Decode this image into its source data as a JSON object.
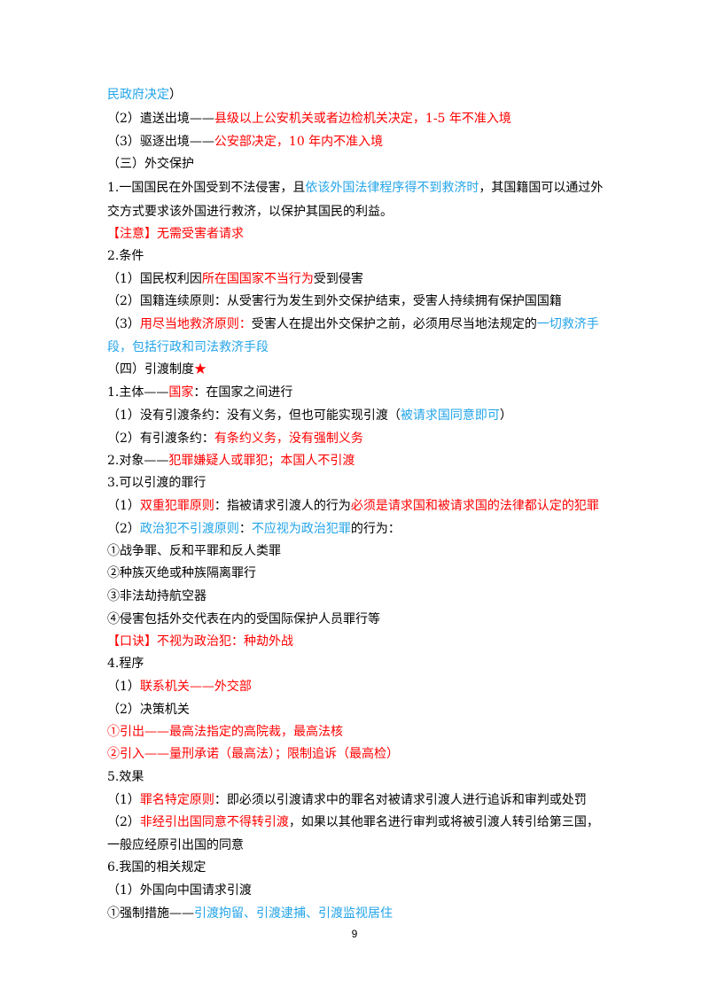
{
  "lines": [
    [
      {
        "t": "民政府决定",
        "c": "b"
      },
      {
        "t": "）",
        "c": "k"
      }
    ],
    [
      {
        "t": "（2）遣送出境——",
        "c": "k"
      },
      {
        "t": "县级以上公安机关或者边检机关决定，1-5 年不准入境",
        "c": "r"
      }
    ],
    [
      {
        "t": "（3）驱逐出境——",
        "c": "k"
      },
      {
        "t": "公安部决定，10 年内不准入境",
        "c": "r"
      }
    ],
    [
      {
        "t": "（三）外交保护",
        "c": "k"
      }
    ],
    [
      {
        "t": "1.一国国民在外国受到不法侵害，且",
        "c": "k"
      },
      {
        "t": "依该外国法律程序得不到救济时",
        "c": "b"
      },
      {
        "t": "，其国籍国可以通过外",
        "c": "k"
      }
    ],
    [
      {
        "t": "交方式要求该外国进行救济，以保护其国民的利益。",
        "c": "k"
      }
    ],
    [
      {
        "t": "【注意】无需受害者请求",
        "c": "r"
      }
    ],
    [
      {
        "t": "2.条件",
        "c": "k"
      }
    ],
    [
      {
        "t": "（1）国民权利因",
        "c": "k"
      },
      {
        "t": "所在国国家不当行为",
        "c": "r"
      },
      {
        "t": "受到侵害",
        "c": "k"
      }
    ],
    [
      {
        "t": "（2）国籍连续原则：从受害行为发生到外交保护结束，受害人持续拥有保护国国籍",
        "c": "k"
      }
    ],
    [
      {
        "t": "（3）",
        "c": "k"
      },
      {
        "t": "用尽当地救济原则：",
        "c": "r"
      },
      {
        "t": "受害人在提出外交保护之前，必须用尽当地法规定的",
        "c": "k"
      },
      {
        "t": "一切救济手",
        "c": "b"
      }
    ],
    [
      {
        "t": "段，包括行政和司法救济手段",
        "c": "b"
      }
    ],
    [
      {
        "t": "（四）引渡制度",
        "c": "k"
      },
      {
        "t": "★",
        "c": "star"
      }
    ],
    [
      {
        "t": "1.主体——",
        "c": "k"
      },
      {
        "t": "国家",
        "c": "r"
      },
      {
        "t": "：在国家之间进行",
        "c": "k"
      }
    ],
    [
      {
        "t": "（1）没有引渡条约：没有义务，但也可能实现引渡（",
        "c": "k"
      },
      {
        "t": "被请求国同意即可",
        "c": "b"
      },
      {
        "t": "）",
        "c": "k"
      }
    ],
    [
      {
        "t": "（2）有引渡条约：",
        "c": "k"
      },
      {
        "t": "有条约义务，没有强制义务",
        "c": "r"
      }
    ],
    [
      {
        "t": "2.对象——",
        "c": "k"
      },
      {
        "t": "犯罪嫌疑人或罪犯；本国人不引渡",
        "c": "r"
      }
    ],
    [
      {
        "t": "3.可以引渡的罪行",
        "c": "k"
      }
    ],
    [
      {
        "t": "（1）",
        "c": "k"
      },
      {
        "t": "双重犯罪原则",
        "c": "r"
      },
      {
        "t": "：指被请求引渡人的行为",
        "c": "k"
      },
      {
        "t": "必须是请求国和被请求国的法律都认定的犯罪",
        "c": "r"
      }
    ],
    [
      {
        "t": "（2）",
        "c": "k"
      },
      {
        "t": "政治犯不引渡原则",
        "c": "b"
      },
      {
        "t": "：",
        "c": "k"
      },
      {
        "t": "不应视为政治犯罪",
        "c": "b"
      },
      {
        "t": "的行为：",
        "c": "k"
      }
    ],
    [
      {
        "t": "①战争罪、反和平罪和反人类罪",
        "c": "k"
      }
    ],
    [
      {
        "t": "②种族灭绝或种族隔离罪行",
        "c": "k"
      }
    ],
    [
      {
        "t": "③非法劫持航空器",
        "c": "k"
      }
    ],
    [
      {
        "t": "④侵害包括外交代表在内的受国际保护人员罪行等",
        "c": "k"
      }
    ],
    [
      {
        "t": "【口诀】不视为政治犯：种劫外战",
        "c": "r"
      }
    ],
    [
      {
        "t": "4.程序",
        "c": "k"
      }
    ],
    [
      {
        "t": "（1）",
        "c": "k"
      },
      {
        "t": "联系机关——外交部",
        "c": "r"
      }
    ],
    [
      {
        "t": "（2）决策机关",
        "c": "k"
      }
    ],
    [
      {
        "t": "①引出——最高法指定的高院裁，最高法核",
        "c": "r"
      }
    ],
    [
      {
        "t": "②引入——量刑承诺（最高法）；限制追诉（最高检）",
        "c": "r"
      }
    ],
    [
      {
        "t": "5.效果",
        "c": "k"
      }
    ],
    [
      {
        "t": "（1）",
        "c": "k"
      },
      {
        "t": "罪名特定原则",
        "c": "r"
      },
      {
        "t": "：即必须以引渡请求中的罪名对被请求引渡人进行追诉和审判或处罚",
        "c": "k"
      }
    ],
    [
      {
        "t": "（2）",
        "c": "k"
      },
      {
        "t": "非经引出国同意不得转引渡",
        "c": "r"
      },
      {
        "t": "，如果以其他罪名进行审判或将被引渡人转引给第三国，",
        "c": "k"
      }
    ],
    [
      {
        "t": "一般应经原引出国的同意",
        "c": "k"
      }
    ],
    [
      {
        "t": "6.我国的相关规定",
        "c": "k"
      }
    ],
    [
      {
        "t": "（1）外国向中国请求引渡",
        "c": "k"
      }
    ],
    [
      {
        "t": "①强制措施——",
        "c": "k"
      },
      {
        "t": "引渡拘留、引渡逮捕、引渡监视居住",
        "c": "b"
      }
    ]
  ],
  "page_number": "9",
  "colors": {
    "red": "#ff0000",
    "blue": "#23a4e8",
    "black": "#000000"
  }
}
